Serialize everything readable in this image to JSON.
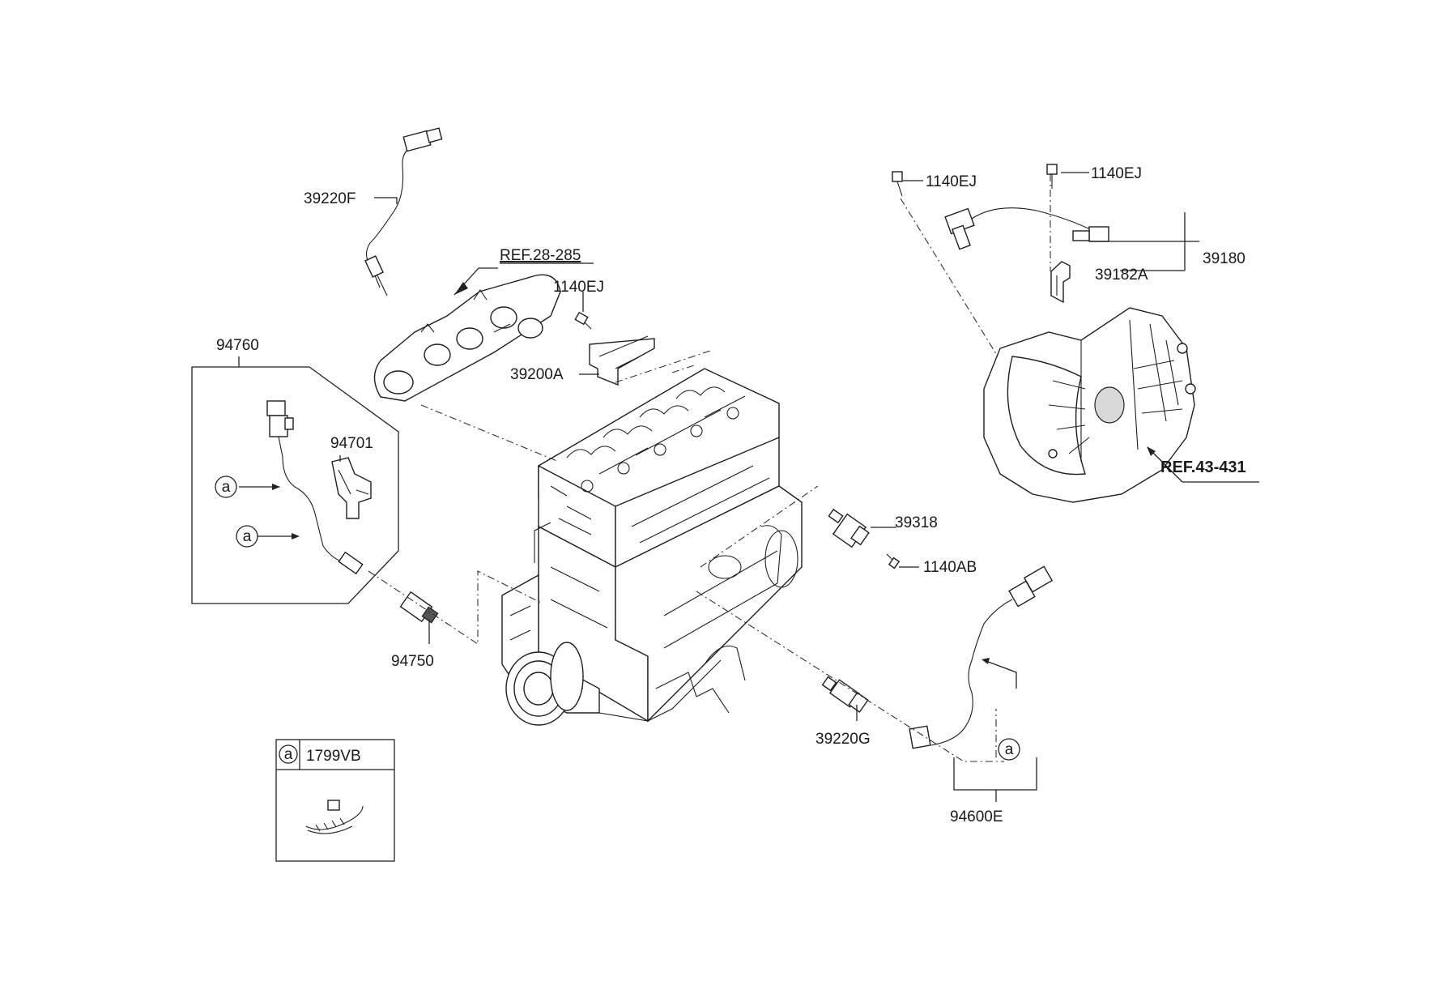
{
  "labels": {
    "l39220F": "39220F",
    "ref28": "REF.28-285",
    "l1140EJ_a": "1140EJ",
    "l39200A": "39200A",
    "l94760": "94760",
    "l94701": "94701",
    "l94750": "94750",
    "l39318": "39318",
    "l1140AB": "1140AB",
    "l39220G": "39220G",
    "l94600E": "94600E",
    "l1140EJ_b": "1140EJ",
    "l1140EJ_c": "1140EJ",
    "l39180": "39180",
    "l39182A": "39182A",
    "ref43": "REF.43-431",
    "l1799VB": "1799VB",
    "circle_a": "a"
  }
}
